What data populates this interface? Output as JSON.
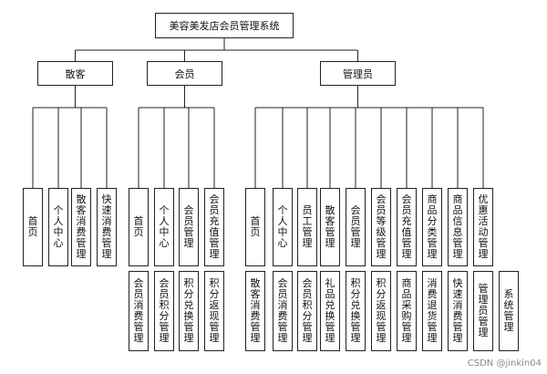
{
  "diagram": {
    "root": {
      "label": "美容美发店会员管理系统"
    },
    "groups": [
      {
        "label": "散客",
        "modules": [
          {
            "label": "首页"
          },
          {
            "label": "个人中心"
          },
          {
            "label": "散客消费管理"
          },
          {
            "label": "快速消费管理"
          }
        ],
        "sub_modules": []
      },
      {
        "label": "会员",
        "modules": [
          {
            "label": "首页"
          },
          {
            "label": "个人中心"
          },
          {
            "label": "会员管理"
          },
          {
            "label": "会员充值管理"
          }
        ],
        "sub_modules": [
          {
            "label": "会员消费管理"
          },
          {
            "label": "会员积分管理"
          },
          {
            "label": "积分兑换管理"
          },
          {
            "label": "积分返现管理"
          }
        ]
      },
      {
        "label": "管理员",
        "modules": [
          {
            "label": "首页"
          },
          {
            "label": "个人中心"
          },
          {
            "label": "员工管理"
          },
          {
            "label": "散客管理"
          },
          {
            "label": "会员管理"
          },
          {
            "label": "会员等级管理"
          },
          {
            "label": "会员充值管理"
          },
          {
            "label": "商品分类管理"
          },
          {
            "label": "商品信息管理"
          },
          {
            "label": "优惠活动管理"
          }
        ],
        "sub_modules": [
          {
            "label": "散客消费管理"
          },
          {
            "label": "会员消费管理"
          },
          {
            "label": "会员积分管理"
          },
          {
            "label": "礼品兑换管理"
          },
          {
            "label": "积分兑换管理"
          },
          {
            "label": "积分返现管理"
          },
          {
            "label": "商品采购管理"
          },
          {
            "label": "消费退货管理"
          },
          {
            "label": "快速消费管理"
          },
          {
            "label": "管理员管理"
          },
          {
            "label": "系统管理"
          }
        ]
      }
    ]
  },
  "watermark": "CSDN @jinkin04"
}
